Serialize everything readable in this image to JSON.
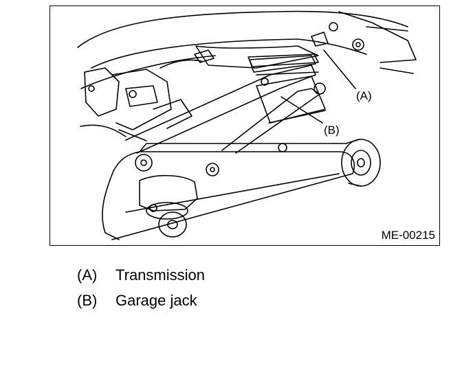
{
  "figure": {
    "id": "ME-00215",
    "callouts": [
      {
        "key": "(A)"
      },
      {
        "key": "(B)"
      }
    ]
  },
  "legend": [
    {
      "key": "(A)",
      "label": "Transmission"
    },
    {
      "key": "(B)",
      "label": "Garage jack"
    }
  ]
}
